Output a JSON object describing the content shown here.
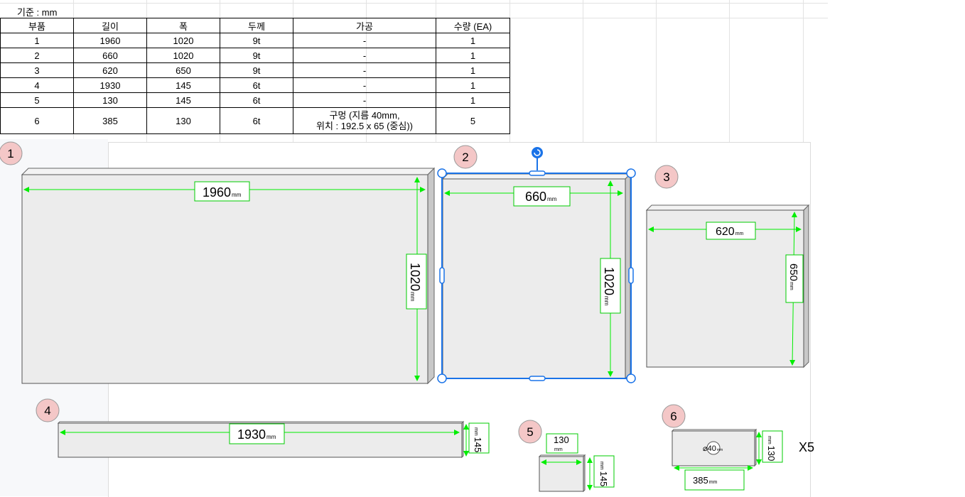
{
  "basis_label": "기준 : mm",
  "table": {
    "headers": [
      "부품",
      "길이",
      "폭",
      "두께",
      "가공",
      "수량 (EA)"
    ],
    "rows": [
      [
        "1",
        "1960",
        "1020",
        "9t",
        "-",
        "1"
      ],
      [
        "2",
        "660",
        "1020",
        "9t",
        "-",
        "1"
      ],
      [
        "3",
        "620",
        "650",
        "9t",
        "-",
        "1"
      ],
      [
        "4",
        "1930",
        "145",
        "6t",
        "-",
        "1"
      ],
      [
        "5",
        "130",
        "145",
        "6t",
        "-",
        "1"
      ],
      [
        "6",
        "385",
        "130",
        "6t",
        "구멍 (지름 40mm,\n위치 : 192.5 x 65 (중심))",
        "5"
      ]
    ]
  },
  "parts": {
    "p1": {
      "badge": "1",
      "length": "1960",
      "width": "1020",
      "unit": "mm"
    },
    "p2": {
      "badge": "2",
      "length": "660",
      "width": "1020",
      "unit": "mm"
    },
    "p3": {
      "badge": "3",
      "length": "620",
      "width": "650",
      "unit": "mm"
    },
    "p4": {
      "badge": "4",
      "length": "1930",
      "width": "145",
      "unit": "mm"
    },
    "p5": {
      "badge": "5",
      "length": "130",
      "width": "145",
      "unit": "mm"
    },
    "p6": {
      "badge": "6",
      "length": "385",
      "width": "130",
      "hole": "⌀40",
      "unit": "mm",
      "qty_mark": "X5"
    }
  },
  "colors": {
    "dimension": "#00ee00",
    "selection": "#1a73e8",
    "badge_fill": "#f4c7c7",
    "panel_fill": "#ececec",
    "panel_side": "#c8c8c8"
  }
}
